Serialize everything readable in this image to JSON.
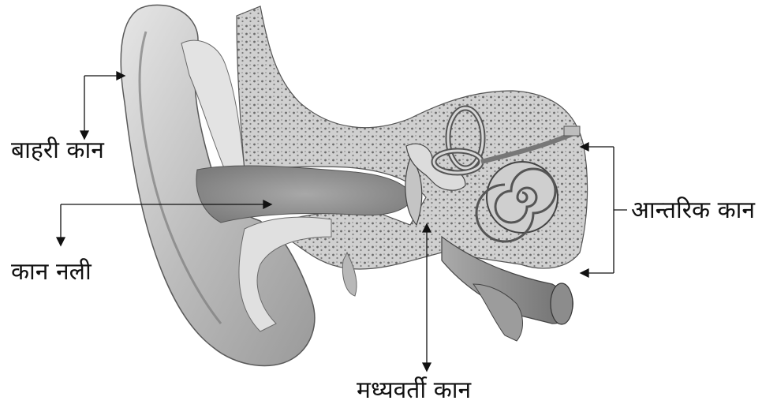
{
  "labels": {
    "outer_ear": "बाहरी कान",
    "ear_canal": "कान नली",
    "inner_ear": "आन्तरिक कान",
    "middle_ear": "मध्यवर्ती कान"
  },
  "colors": {
    "ink": "#111111",
    "skin_light": "#d9d9d9",
    "skin_mid": "#b5b5b5",
    "skin_dark": "#8a8a8a",
    "bone": "#cfcfcf",
    "bone_spots": "#6e6e6e"
  }
}
